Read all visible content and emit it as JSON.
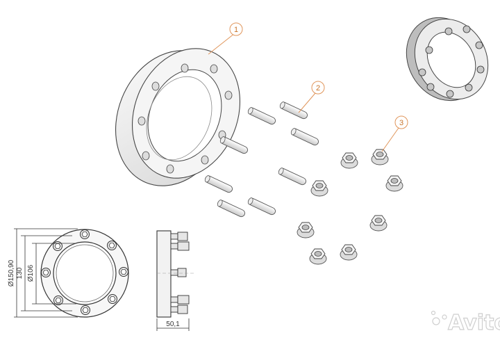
{
  "callouts": [
    {
      "label": "1"
    },
    {
      "label": "2"
    },
    {
      "label": "3"
    }
  ],
  "dimensions": {
    "outer_diameter": "Ø150,90",
    "bolt_circle": "130",
    "bore_diameter": "Ø106",
    "thickness": "50,1"
  },
  "watermark": {
    "text": "Avito"
  },
  "colors": {
    "callout": "#e0955a",
    "line": "#444444",
    "part_fill": "#f2f2f2",
    "shade": "#cfcfcf"
  }
}
